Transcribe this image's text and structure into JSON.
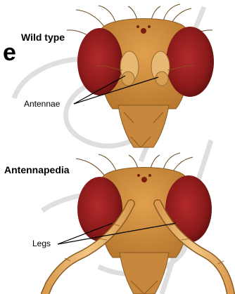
{
  "top_panel": {
    "title": "Wild type",
    "part_label": "Antennae"
  },
  "bottom_panel": {
    "title": "Antennapedia",
    "part_label": "Legs"
  },
  "edge_letter": "e",
  "colors": {
    "head": "#c98a3a",
    "eye": "#8b1a1a",
    "leg": "#e8b870",
    "watermark": "#d9d9d9"
  }
}
